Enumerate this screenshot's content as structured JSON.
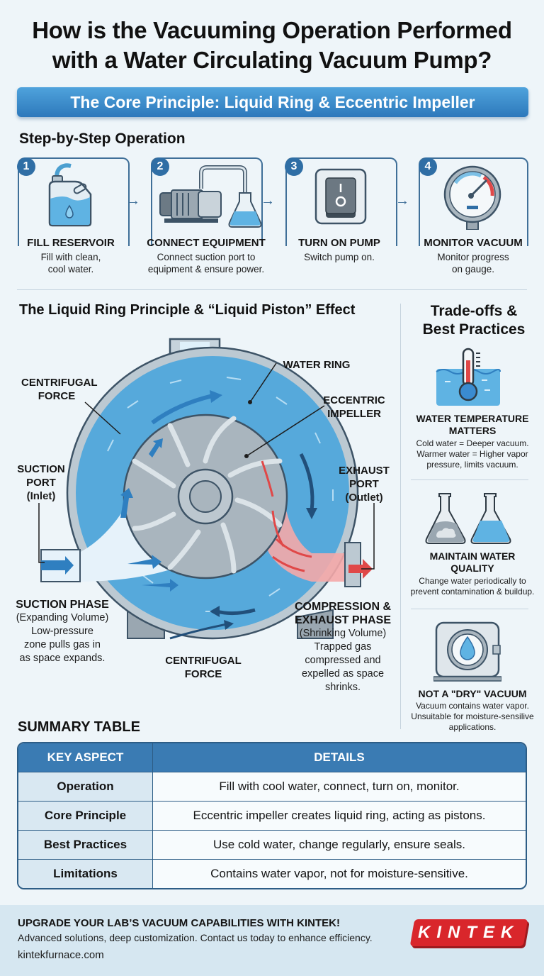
{
  "header": {
    "title_line1": "How is the Vacuuming Operation Performed",
    "title_line2": "with a Water Circulating Vacuum Pump?",
    "banner": "The Core Principle: Liquid Ring & Eccentric Impeller"
  },
  "steps_section": {
    "heading": "Step-by-Step Operation",
    "steps": [
      {
        "number": "1",
        "icon": "water-jug-icon",
        "title": "FILL RESERVOIR",
        "desc_line1": "Fill with clean,",
        "desc_line2": "cool water."
      },
      {
        "number": "2",
        "icon": "pump-flask-icon",
        "title": "CONNECT EQUIPMENT",
        "desc_line1": "Connect suction port to",
        "desc_line2": "equipment & ensure power."
      },
      {
        "number": "3",
        "icon": "power-switch-icon",
        "title": "TURN ON PUMP",
        "desc_line1": "Switch pump on.",
        "desc_line2": ""
      },
      {
        "number": "4",
        "icon": "pressure-gauge-icon",
        "title": "MONITOR VACUUM",
        "desc_line1": "Monitor progress",
        "desc_line2": "on gauge."
      }
    ]
  },
  "diagram": {
    "heading": "The Liquid Ring Principle & “Liquid Piston” Effect",
    "labels": {
      "centrifugal_top_1": "CENTRIFUGAL",
      "centrifugal_top_2": "FORCE",
      "water_ring": "WATER RING",
      "eccentric_1": "ECCENTRIC",
      "eccentric_2": "IMPELLER",
      "suction_port_1": "SUCTION",
      "suction_port_2": "PORT",
      "suction_port_3": "(Inlet)",
      "exhaust_port_1": "EXHAUST",
      "exhaust_port_2": "PORT",
      "exhaust_port_3": "(Outlet)",
      "centrifugal_bottom_1": "CENTRIFUGAL",
      "centrifugal_bottom_2": "FORCE"
    },
    "suction_phase": {
      "title": "SUCTION PHASE",
      "subtitle": "(Expanding Volume)",
      "desc_line1": "Low-pressure",
      "desc_line2": "zone pulls gas in",
      "desc_line3": "as space expands."
    },
    "compression_phase": {
      "title_line1": "COMPRESSION &",
      "title_line2": "EXHAUST PHASE",
      "subtitle": "(Shrinking Volume)",
      "desc_line1": "Trapped gas",
      "desc_line2": "compressed and",
      "desc_line3": "expelled as space",
      "desc_line4": "shrinks."
    }
  },
  "tradeoffs": {
    "heading_line1": "Trade-offs &",
    "heading_line2": "Best Practices",
    "items": [
      {
        "icon": "thermometer-water-icon",
        "title_line1": "WATER TEMPERATURE",
        "title_line2": "MATTERS",
        "desc_line1": "Cold water = Deeper vacuum.",
        "desc_line2": "Warmer water = Higher vapor",
        "desc_line3": "pressure, limits vacuum."
      },
      {
        "icon": "flasks-icon",
        "title_line1": "MAINTAIN WATER",
        "title_line2": "QUALITY",
        "desc_line1": "Change water periodically to",
        "desc_line2": "prevent contamination & buildup.",
        "desc_line3": ""
      },
      {
        "icon": "water-drop-gauge-icon",
        "title_line1": "NOT A \"DRY\" VACUUM",
        "title_line2": "",
        "desc_line1": "Vacuum contains water vapor.",
        "desc_line2": "Unsuitable for moisture-sensilive",
        "desc_line3": "applications."
      }
    ]
  },
  "summary": {
    "heading": "SUMMARY TABLE",
    "columns": [
      "KEY ASPECT",
      "DETAILS"
    ],
    "rows": [
      {
        "key": "Operation",
        "value": "Fill with cool water, connect, turn on, monitor."
      },
      {
        "key": "Core Principle",
        "value": "Eccentric impeller creates liquid ring, acting as pistons."
      },
      {
        "key": "Best Practices",
        "value": "Use cold water, change regularly, ensure seals."
      },
      {
        "key": "Limitations",
        "value": "Contains water vapor, not for moisture-sensitive."
      }
    ]
  },
  "footer": {
    "headline": "UPGRADE YOUR LAB’S VACUUM CAPABILITIES WITH KINTEK!",
    "tagline": "Advanced solutions, deep customization. Contact us today to enhance efficiency.",
    "website": "kintekfurnace.com",
    "logo_text": "KINTEK"
  },
  "colors": {
    "banner_blue": "#3a87c8",
    "navy": "#2f6ea5",
    "water": "#5fb3e3",
    "exhaust_red": "#e04848",
    "logo_red": "#d9262b",
    "background": "#eef5f9"
  }
}
